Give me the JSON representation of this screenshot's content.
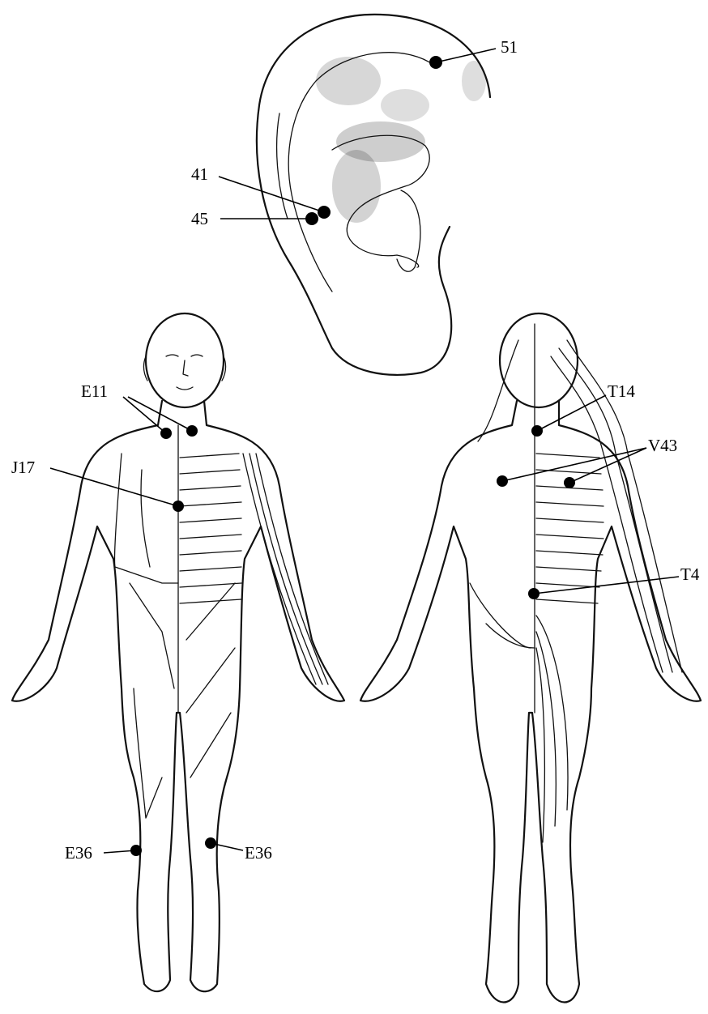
{
  "figure": {
    "ear": {
      "points": [
        {
          "id": "51",
          "label": "51"
        },
        {
          "id": "41",
          "label": "41"
        },
        {
          "id": "45",
          "label": "45"
        }
      ]
    },
    "front_body": {
      "points": [
        {
          "id": "E11",
          "label": "E11"
        },
        {
          "id": "J17",
          "label": "J17"
        },
        {
          "id": "E36-left",
          "label": "E36"
        },
        {
          "id": "E36-right",
          "label": "E36"
        }
      ]
    },
    "back_body": {
      "points": [
        {
          "id": "T14",
          "label": "T14"
        },
        {
          "id": "V43",
          "label": "V43"
        },
        {
          "id": "T4",
          "label": "T4"
        }
      ]
    }
  },
  "style": {
    "ink": "#000000",
    "background": "#ffffff"
  }
}
